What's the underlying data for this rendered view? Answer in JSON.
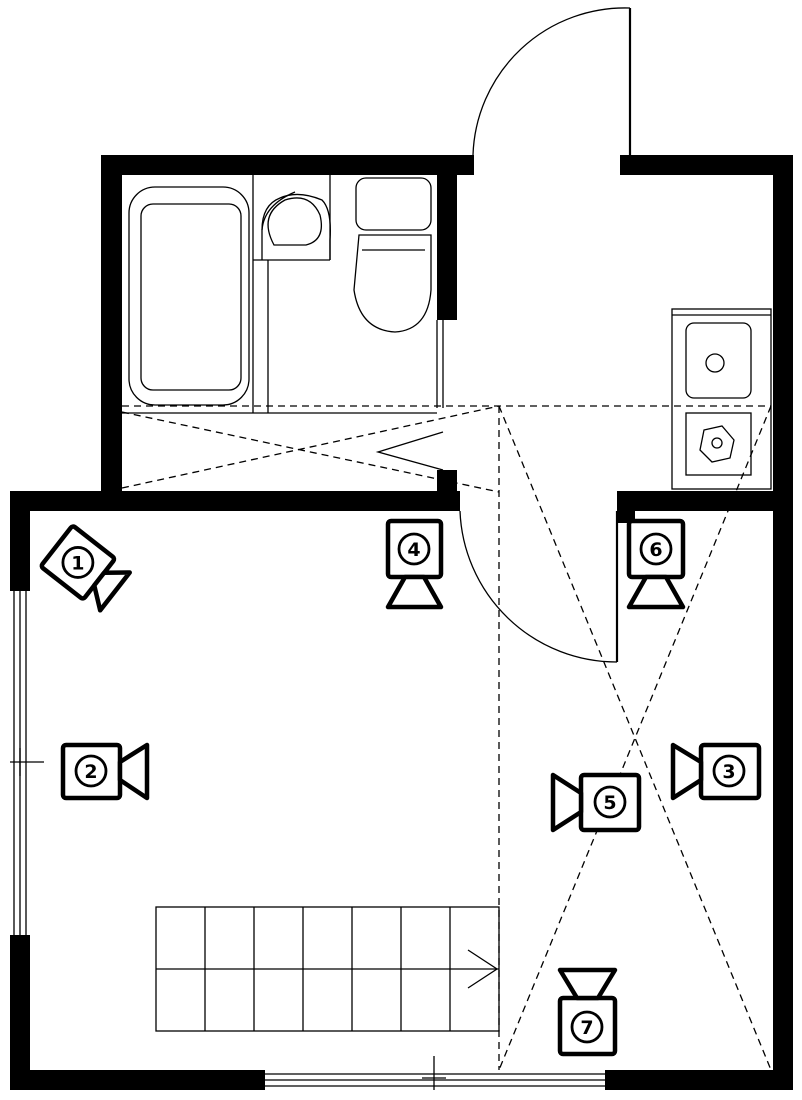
{
  "cameras": [
    {
      "id": "cam-1",
      "label": "1"
    },
    {
      "id": "cam-2",
      "label": "2"
    },
    {
      "id": "cam-3",
      "label": "3"
    },
    {
      "id": "cam-4",
      "label": "4"
    },
    {
      "id": "cam-5",
      "label": "5"
    },
    {
      "id": "cam-6",
      "label": "6"
    },
    {
      "id": "cam-7",
      "label": "7"
    }
  ]
}
